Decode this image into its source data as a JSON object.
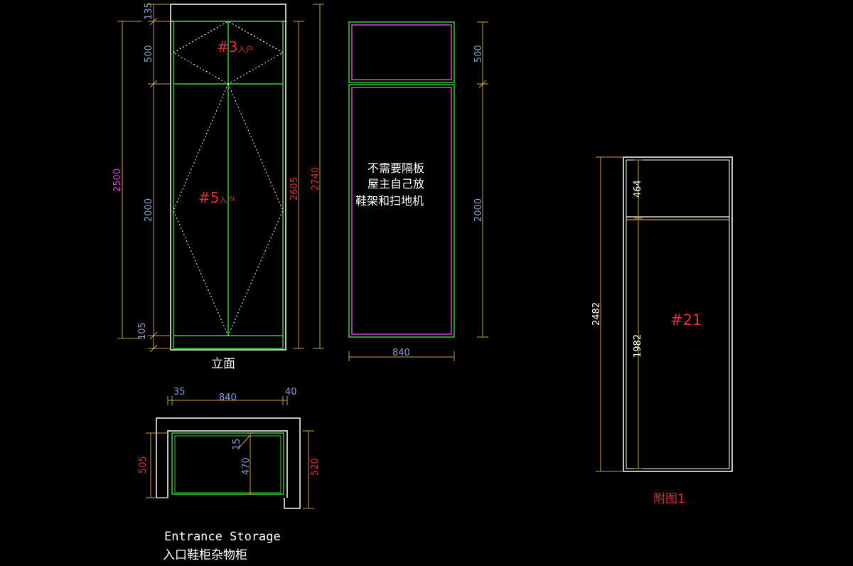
{
  "colors": {
    "background": "#000000",
    "dim_line": "#c8a040",
    "dim_text_blue": "#7fa0d8",
    "dim_text_magenta": "#e040e0",
    "dim_text_red": "#e03030",
    "green": "#30d030",
    "white": "#ffffff",
    "magenta": "#e040e0"
  },
  "elevation": {
    "dim_135": "135",
    "dim_500": "500",
    "dim_2000": "2000",
    "dim_105": "105",
    "dim_2500": "2500",
    "dim_2605": "2605",
    "dim_2740": "2740",
    "label_door_top": "#3",
    "label_door_top_sub": "入户",
    "label_door_main": "#5",
    "label_door_main_sub": "入户",
    "caption": "立面"
  },
  "interior": {
    "dim_500": "500",
    "dim_2000": "2000",
    "dim_840": "840",
    "note_line1": "不需要隔板",
    "note_line2": "屋主自己放",
    "note_line3": "鞋架和扫地机"
  },
  "plan": {
    "dim_35": "35",
    "dim_840": "840",
    "dim_40": "40",
    "dim_15": "15",
    "dim_470": "470",
    "dim_505": "505",
    "dim_520": "520",
    "title_en": "Entrance Storage",
    "title_cn": "入口鞋柜杂物柜"
  },
  "figure": {
    "dim_2482": "2482",
    "dim_464": "464",
    "dim_1982": "1982",
    "label": "#21",
    "caption": "附图1"
  }
}
